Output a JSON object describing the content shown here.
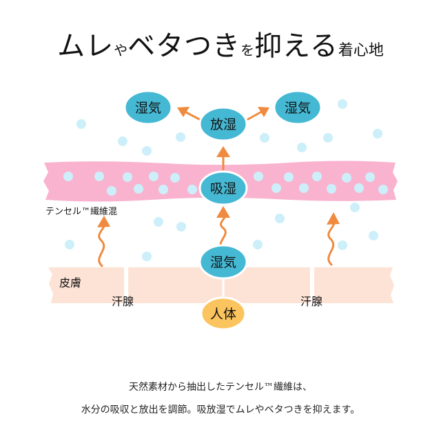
{
  "title": {
    "part1": "ムレ",
    "part2": "や",
    "part3": "ベタつき",
    "part4": "を",
    "part5": "抑える",
    "part6": "着心地"
  },
  "nodes": {
    "moisture_left": "湿気",
    "release": "放湿",
    "moisture_right": "湿気",
    "absorb": "吸湿",
    "moisture_bottom": "湿気",
    "body": "人体"
  },
  "labels": {
    "fiber": "テンセル™繊維混",
    "skin": "皮膚",
    "sweat_gland_left": "汗腺",
    "sweat_gland_right": "汗腺"
  },
  "caption": {
    "line1": "天然素材から抽出したテンセル™繊維は、",
    "line2": "水分の吸収と放出を調節。吸放湿でムレやベタつきを抑えます。"
  },
  "colors": {
    "node_fill": "#45b8d3",
    "node_border": "#ffffff",
    "body_fill": "#fbc45e",
    "fabric_band": "#f9b3cf",
    "skin_band": "#fde3d6",
    "droplet": "#cdeffa",
    "arrow": "#ef8a3e"
  }
}
